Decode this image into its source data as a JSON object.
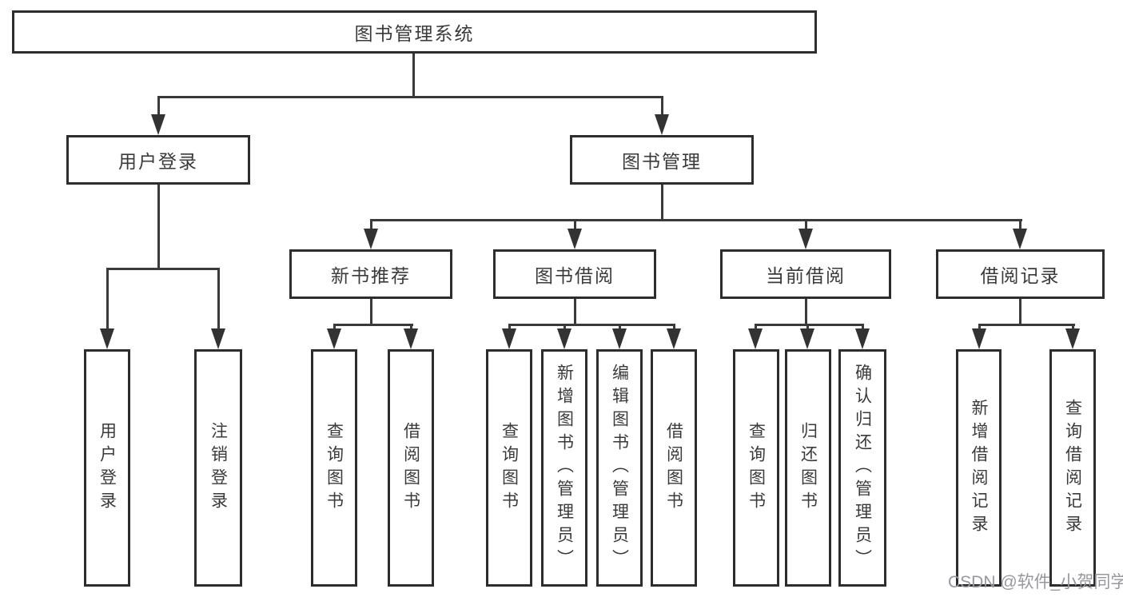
{
  "diagram": {
    "root": "图书管理系统",
    "level2": {
      "user_login_group": "用户登录",
      "book_mgmt_group": "图书管理"
    },
    "level3": {
      "new_book_recommend": "新书推荐",
      "book_borrowing": "图书借阅",
      "current_borrowing": "当前借阅",
      "borrowing_records": "借阅记录"
    },
    "leaves": {
      "user_login": "用户登录",
      "logout": "注销登录",
      "query_book_a": "查询图书",
      "borrow_book_a": "借阅图书",
      "query_book_b": "查询图书",
      "add_book_admin": "新增图书（管理员）",
      "edit_book_admin": "编辑图书（管理员）",
      "borrow_book_b": "借阅图书",
      "query_book_c": "查询图书",
      "return_book": "归还图书",
      "confirm_return_admin": "确认归还（管理员）",
      "add_borrow_record": "新增借阅记录",
      "query_borrow_record": "查询借阅记录"
    }
  },
  "watermark": "CSDN @软件_小贺同学",
  "colors": {
    "background": "#ffffff",
    "box_border": "#2d2d2d",
    "connector_line": "#3a3a3a",
    "text": "#3a3a3a",
    "watermark": "#98979e"
  }
}
